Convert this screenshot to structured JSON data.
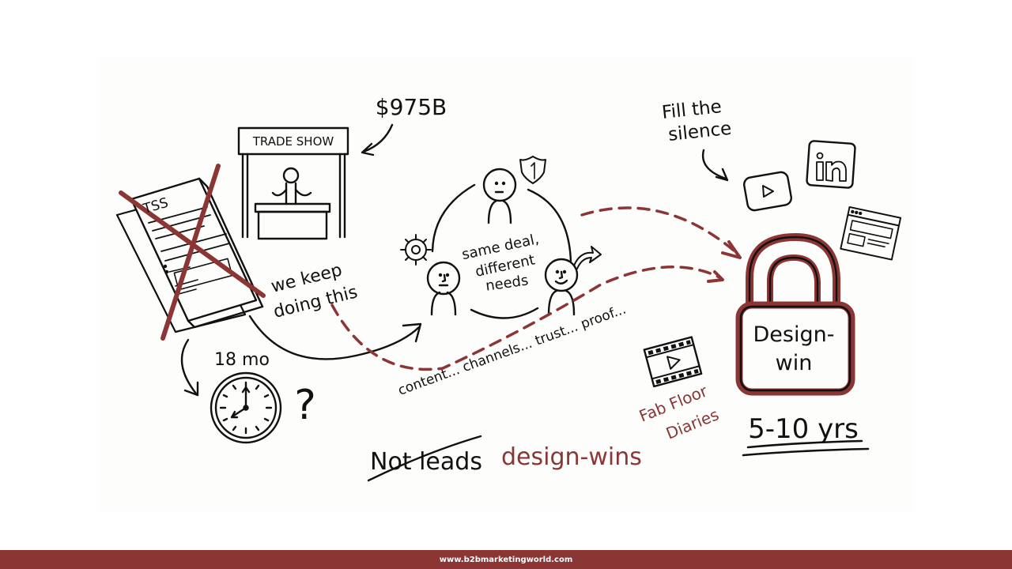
{
  "colors": {
    "ink": "#111111",
    "accent": "#8c3535",
    "panel": "#fdfdfb",
    "footer_bg": "#8c3535",
    "footer_text": "#ffffff"
  },
  "illustration": {
    "document": {
      "label": "TSS",
      "crossed_out": true
    },
    "trade_show": {
      "sign": "TRADE SHOW"
    },
    "market_size": "$975B",
    "keep_doing": {
      "line1": "we keep",
      "line2": "doing this"
    },
    "timeline": {
      "label": "18 mo",
      "question_mark": "?"
    },
    "buying_group": {
      "line1": "same deal,",
      "line2": "different",
      "line3": "needs",
      "icons": [
        "shield-icon",
        "gear-icon",
        "forward-arrow-icon"
      ]
    },
    "path_text": "content... channels... trust... proof...",
    "fill_silence": {
      "line1": "Fill the",
      "line2": "silence"
    },
    "channel_icons": [
      "youtube-icon",
      "linkedin-icon",
      "browser-window-icon"
    ],
    "linkedin_text": "in",
    "video_series": {
      "line1": "Fab Floor",
      "line2": "Diaries"
    },
    "lock": {
      "line1": "Design-",
      "line2": "win"
    },
    "duration": "5-10 yrs",
    "tagline": {
      "struck": "Not leads",
      "emphasis": "design-wins"
    }
  },
  "footer": {
    "url": "www.b2bmarketingworld.com"
  }
}
